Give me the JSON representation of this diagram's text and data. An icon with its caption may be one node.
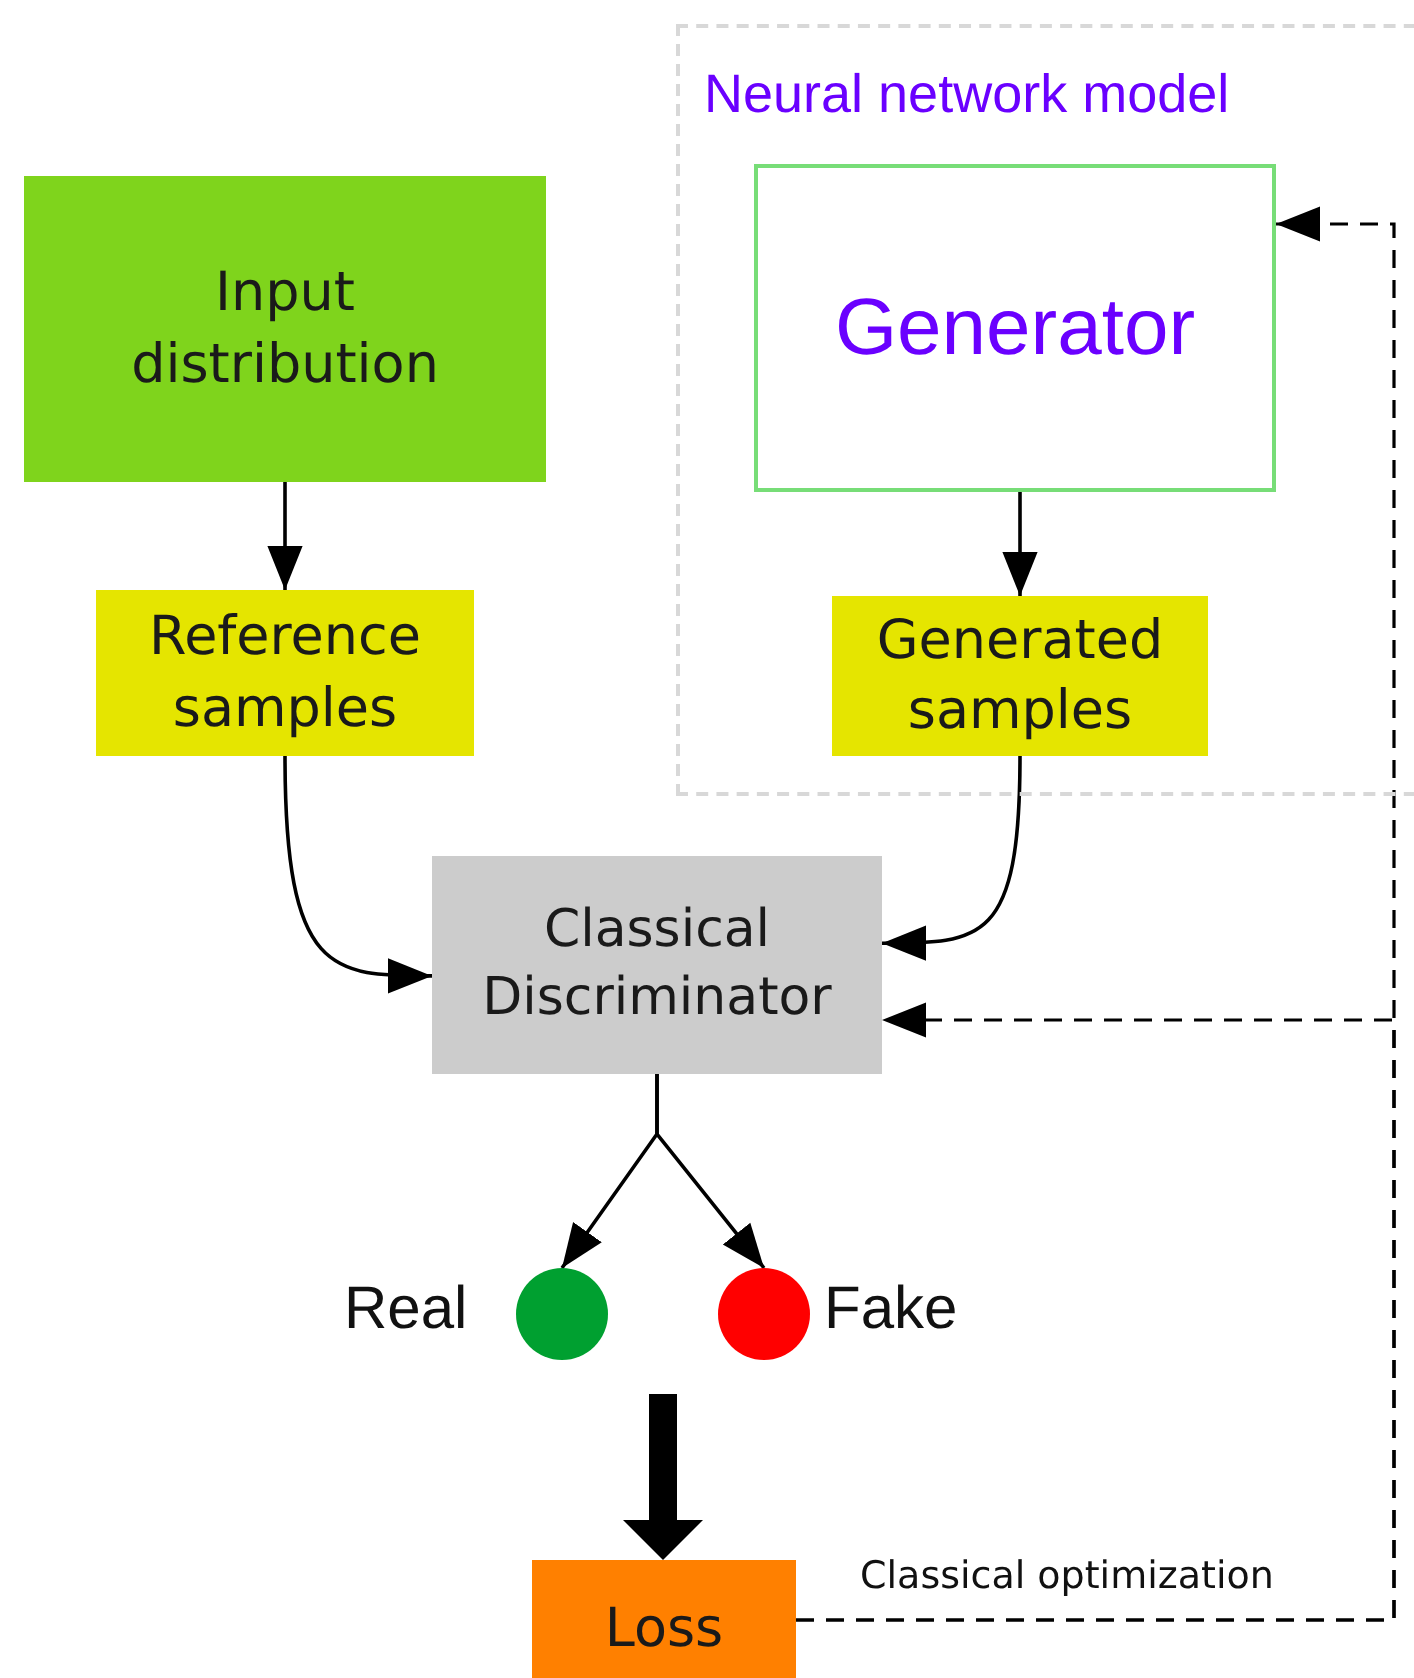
{
  "diagram": {
    "nodes": [
      {
        "text": [
          "Neural network model"
        ]
      },
      {
        "text": [
          "Input distribution"
        ]
      },
      {
        "text": [
          "Generator"
        ],
        "in": 0
      },
      {
        "text": [
          "Reference samples"
        ]
      },
      {
        "text": [
          "Generated samples"
        ],
        "in": 0
      },
      {
        "text": [
          "Classical Discriminator"
        ]
      },
      {
        "text": [],
        "shape": "circle",
        "beside": [
          "Real"
        ]
      },
      {
        "text": [],
        "shape": "circle",
        "beside": [
          "Fake"
        ]
      },
      {
        "text": [
          "Loss"
        ]
      }
    ],
    "edges": [
      {
        "from": 1,
        "to": 3,
        "arrow": "to"
      },
      {
        "from": 2,
        "to": 4,
        "arrow": "to"
      },
      {
        "from": 3,
        "to": 5,
        "arrow": "to"
      },
      {
        "from": 4,
        "to": 5,
        "arrow": "to"
      },
      {
        "from": 5,
        "to": 6,
        "arrow": "to"
      },
      {
        "from": 5,
        "to": 7,
        "arrow": "to"
      },
      {
        "from": 6,
        "to": 8,
        "arrow": "to",
        "style": "thick"
      },
      {
        "from": 7,
        "to": 8,
        "arrow": "to",
        "style": "thick"
      },
      {
        "from": 8,
        "to": 5,
        "arrow": "to",
        "style": "dashed",
        "label": "Classical optimization"
      },
      {
        "from": 8,
        "to": 2,
        "arrow": "to",
        "style": "dashed"
      }
    ]
  }
}
